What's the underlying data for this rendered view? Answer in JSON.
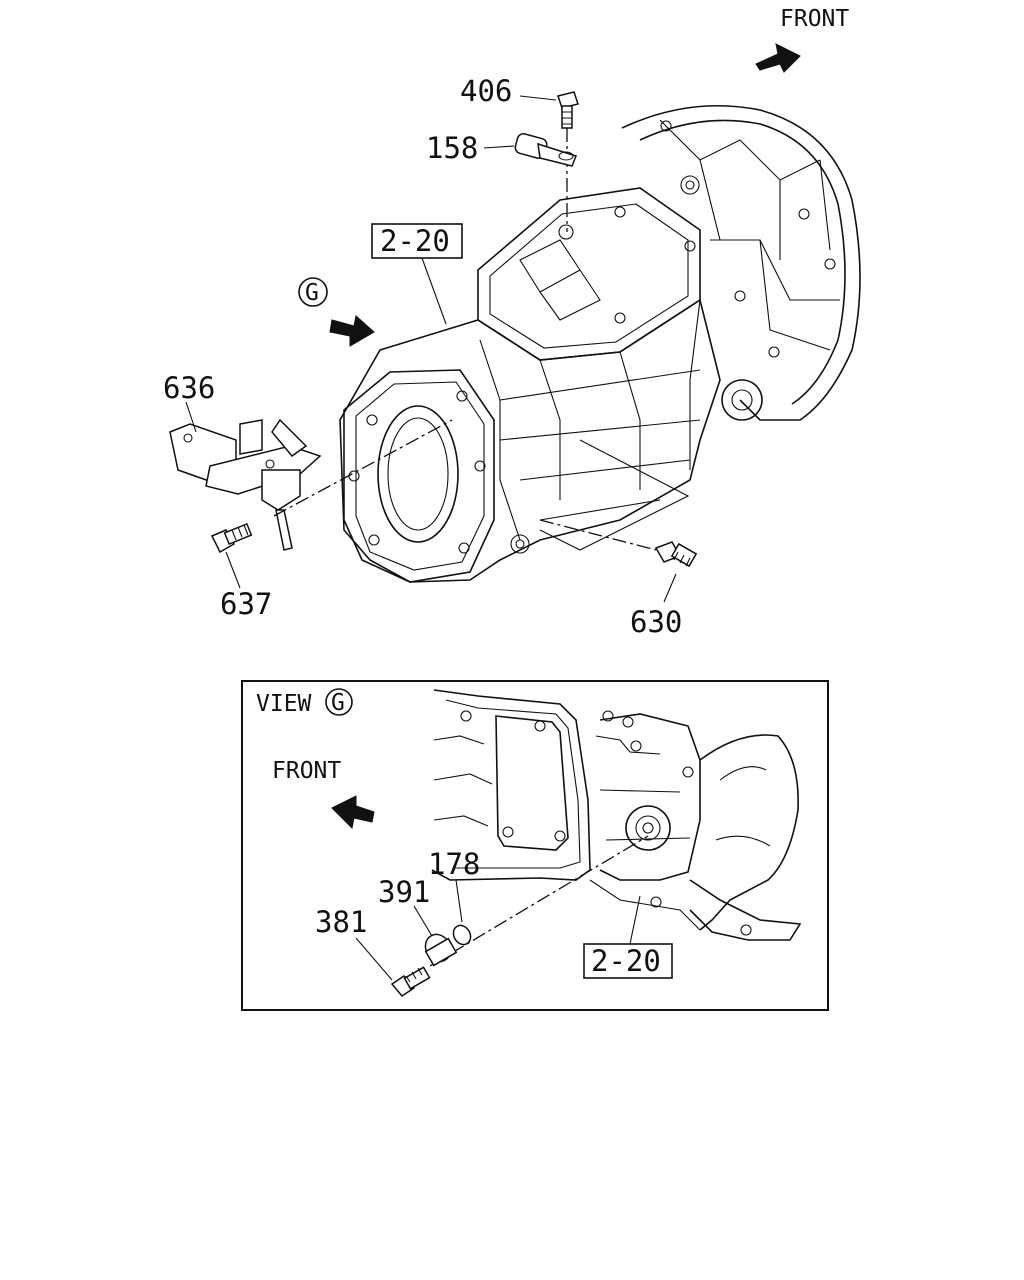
{
  "main_view": {
    "front_label": "FRONT",
    "view_marker": "G",
    "callouts": {
      "p406": "406",
      "p158": "158",
      "ref_2_20": "2-20",
      "p636": "636",
      "p637": "637",
      "p630": "630"
    }
  },
  "detail_view": {
    "view_label": "VIEW",
    "view_marker": "G",
    "front_label": "FRONT",
    "callouts": {
      "p178": "178",
      "p391": "391",
      "p381": "381",
      "ref_2_20": "2-20"
    }
  }
}
